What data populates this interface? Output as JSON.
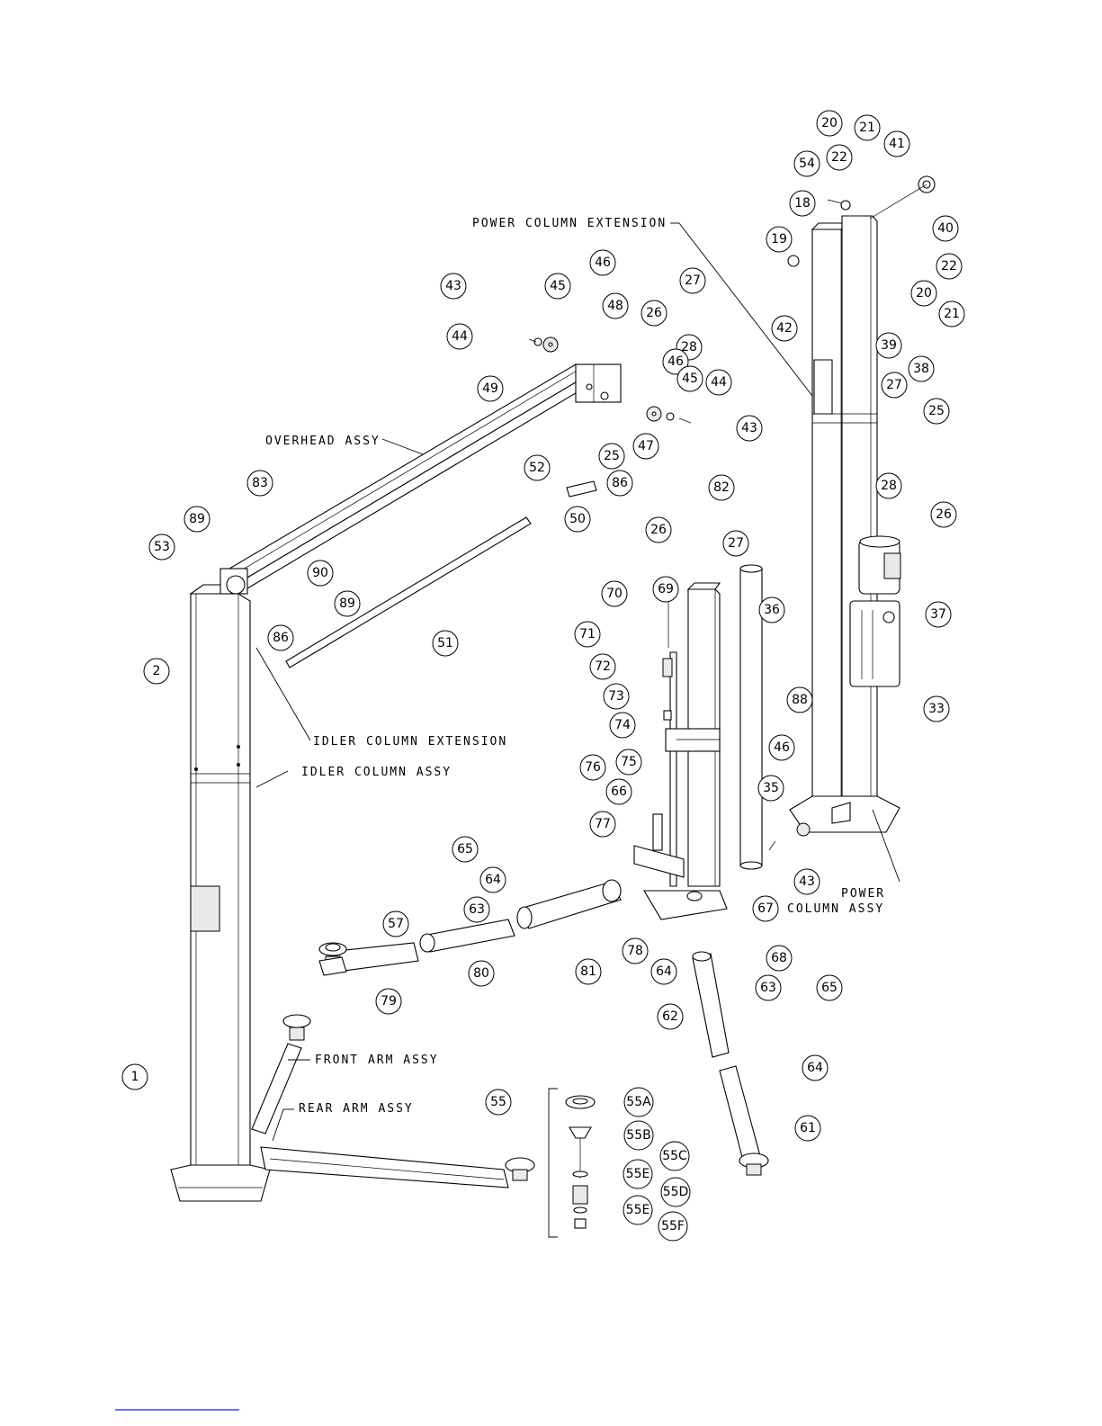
{
  "labels": {
    "power_column_extension": "POWER COLUMN EXTENSION",
    "overhead_assy": "OVERHEAD ASSY",
    "idler_column_extension": "IDLER COLUMN EXTENSION",
    "idler_column_assy": "IDLER COLUMN ASSY",
    "power_column_assy_line1": "POWER",
    "power_column_assy_line2": "COLUMN ASSY",
    "front_arm_assy": "FRONT ARM ASSY",
    "rear_arm_assy": "REAR ARM ASSY"
  },
  "callouts": [
    "20",
    "21",
    "41",
    "54",
    "22",
    "18",
    "40",
    "19",
    "22",
    "20",
    "21",
    "42",
    "39",
    "38",
    "27",
    "25",
    "28",
    "26",
    "43",
    "45",
    "46",
    "48",
    "44",
    "27",
    "26",
    "28",
    "49",
    "46",
    "45",
    "44",
    "43",
    "47",
    "25",
    "86",
    "52",
    "50",
    "83",
    "89",
    "53",
    "90",
    "89",
    "86",
    "51",
    "82",
    "26",
    "27",
    "36",
    "70",
    "69",
    "71",
    "72",
    "73",
    "74",
    "2",
    "37",
    "33",
    "88",
    "46",
    "35",
    "43",
    "76",
    "75",
    "66",
    "65",
    "64",
    "63",
    "77",
    "57",
    "80",
    "81",
    "78",
    "67",
    "64",
    "68",
    "79",
    "63",
    "65",
    "62",
    "64",
    "61",
    "1",
    "55",
    "55A",
    "55B",
    "55C",
    "55E",
    "55D",
    "55E",
    "55F"
  ]
}
